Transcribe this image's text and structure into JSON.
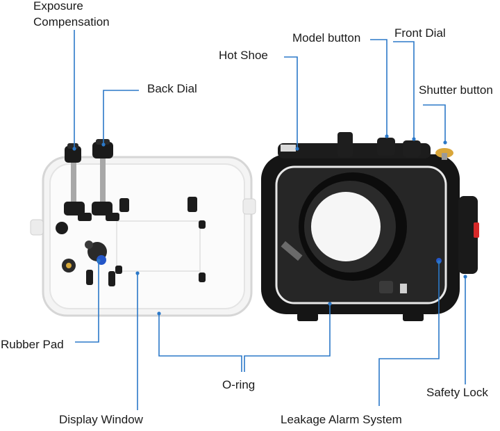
{
  "colors": {
    "leader_line": "#2b78c8",
    "housing_dark": "#151515",
    "housing_clear": "#f2f2f2",
    "label_text": "#1a1a1a"
  },
  "labels": {
    "exposure_compensation_line1": "Exposure",
    "exposure_compensation_line2": "Compensation",
    "back_dial": "Back Dial",
    "hot_shoe": "Hot Shoe",
    "model_button": "Model button",
    "front_dial": "Front Dial",
    "shutter_button": "Shutter button",
    "rubber_pad": "Rubber Pad",
    "o_ring": "O-ring",
    "safety_lock": "Safety Lock",
    "display_window": "Display Window",
    "leakage_alarm_system": "Leakage Alarm System"
  }
}
